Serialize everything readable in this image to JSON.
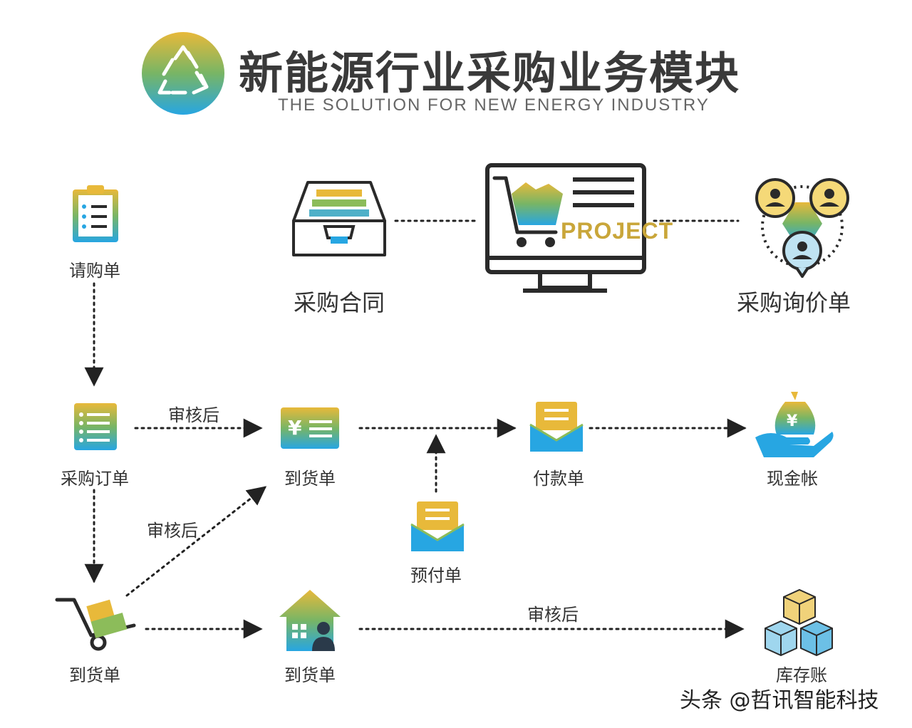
{
  "header": {
    "title": "新能源行业采购业务模块",
    "subtitle": "THE SOLUTION FOR NEW ENERGY INDUSTRY"
  },
  "top_row": {
    "contract_label": "采购合同",
    "inquiry_label": "采购询价单",
    "monitor_text": "PROJECT"
  },
  "nodes": {
    "requisition": "请购单",
    "purchase_order": "采购订单",
    "arrival_1": "到货单",
    "payment": "付款单",
    "cash_account": "现金帐",
    "prepayment": "预付单",
    "arrival_2": "到货单",
    "arrival_3": "到货单",
    "inventory": "库存账"
  },
  "edges": {
    "approved_1": "审核后",
    "approved_2": "审核后",
    "approved_3": "审核后"
  },
  "icons": {
    "logo": "recycle-icon",
    "requisition": "clipboard-icon",
    "contract": "file-tray-icon",
    "monitor": "shopping-cart-monitor-icon",
    "inquiry": "people-network-icon",
    "order": "list-document-icon",
    "arrival_1": "yen-card-icon",
    "payment": "envelope-icon",
    "cash": "money-bag-hand-icon",
    "prepayment": "envelope-icon",
    "cart": "hand-truck-icon",
    "house": "house-person-icon",
    "boxes": "stacked-boxes-icon"
  },
  "colors": {
    "gradient_top": "#e8b93a",
    "gradient_mid": "#6fb06a",
    "gradient_bottom": "#2aa7e0",
    "text": "#333333",
    "outline": "#2a2a2a"
  },
  "watermark": "头条 @哲讯智能科技"
}
